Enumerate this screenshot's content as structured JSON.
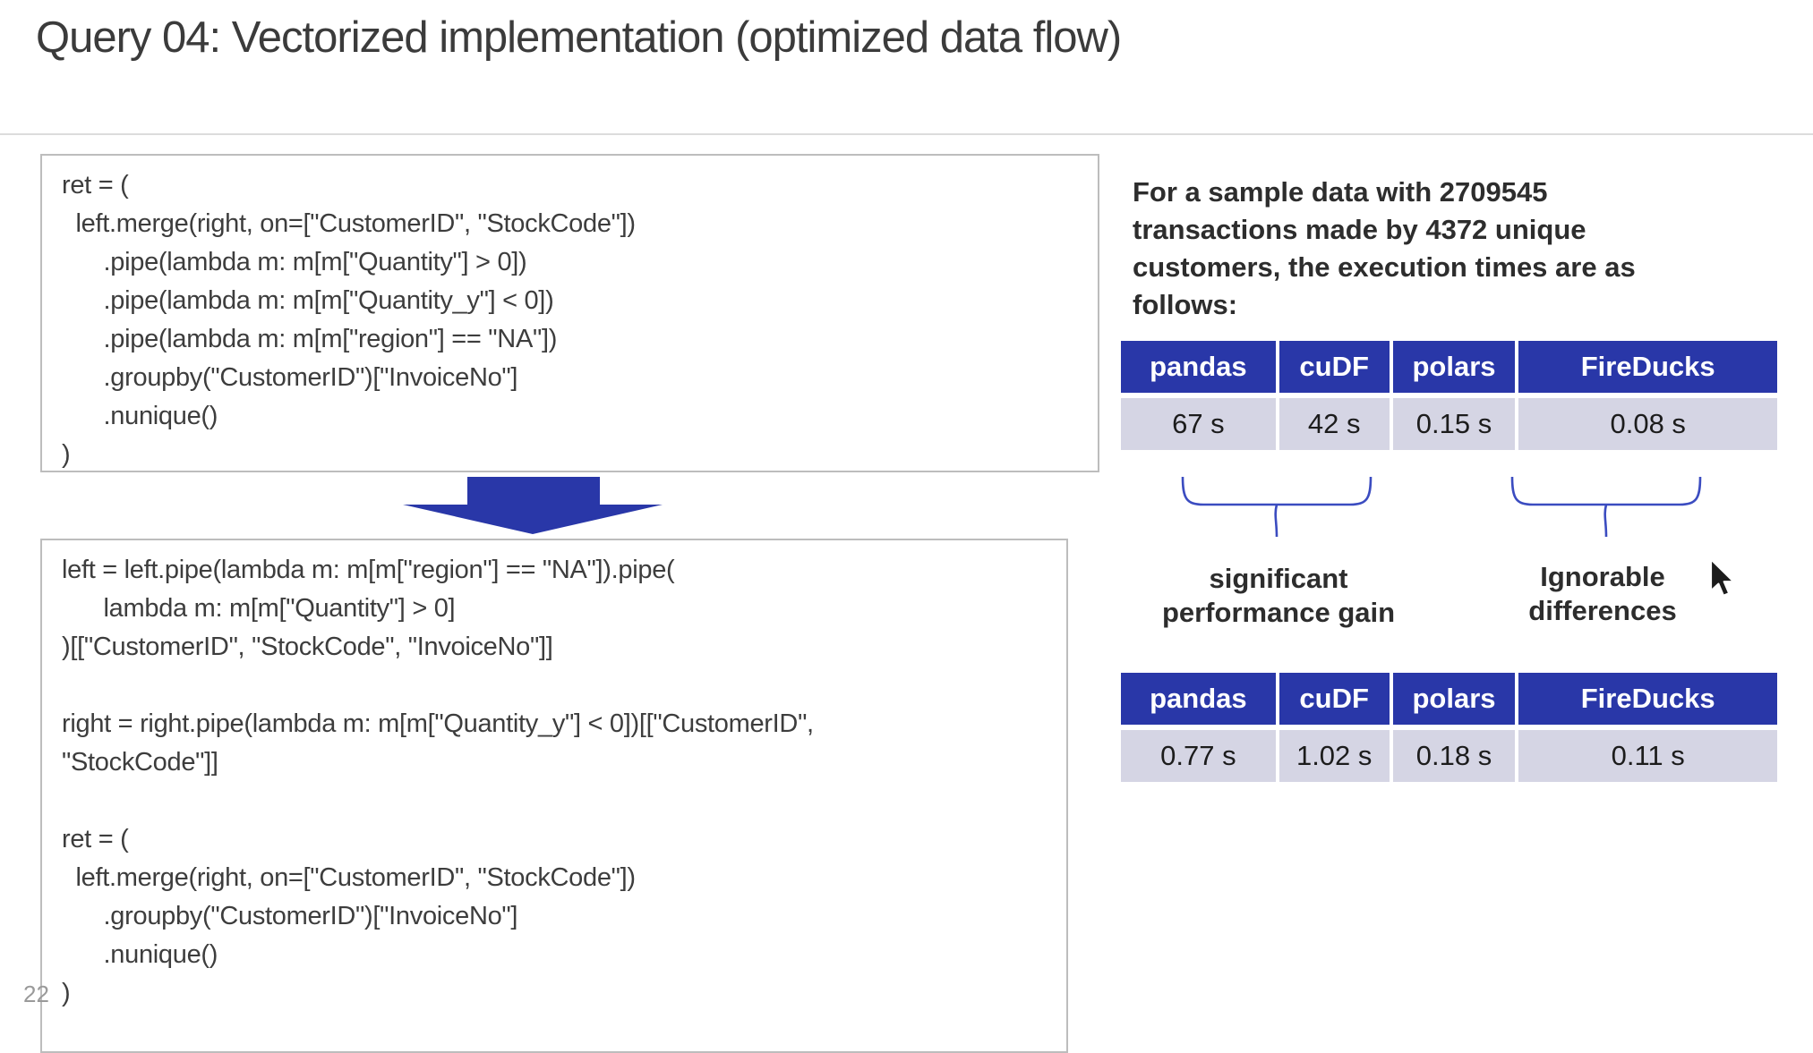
{
  "title": "Query 04: Vectorized implementation (optimized data flow)",
  "page_number": "22",
  "code": {
    "before": "ret = (\n  left.merge(right, on=[\"CustomerID\", \"StockCode\"])\n      .pipe(lambda m: m[m[\"Quantity\"] > 0])\n      .pipe(lambda m: m[m[\"Quantity_y\"] < 0])\n      .pipe(lambda m: m[m[\"region\"] == \"NA\"])\n      .groupby(\"CustomerID\")[\"InvoiceNo\"]\n      .nunique()\n)",
    "after": "left = left.pipe(lambda m: m[m[\"region\"] == \"NA\"]).pipe(\n      lambda m: m[m[\"Quantity\"] > 0]\n)[[\"CustomerID\", \"StockCode\", \"InvoiceNo\"]]\n\nright = right.pipe(lambda m: m[m[\"Quantity_y\"] < 0])[[\"CustomerID\",\n\"StockCode\"]]\n\nret = (\n  left.merge(right, on=[\"CustomerID\", \"StockCode\"])\n      .groupby(\"CustomerID\")[\"InvoiceNo\"]\n      .nunique()\n)"
  },
  "intro": {
    "lines": [
      "For a sample data with 2709545",
      "transactions made by 4372 unique",
      "customers, the execution times are as",
      "follows:"
    ]
  },
  "tables": [
    {
      "headers": [
        "pandas",
        "cuDF",
        "polars",
        "FireDucks"
      ],
      "values": [
        "67 s",
        "42 s",
        "0.15 s",
        "0.08 s"
      ]
    },
    {
      "headers": [
        "pandas",
        "cuDF",
        "polars",
        "FireDucks"
      ],
      "values": [
        "0.77 s",
        "1.02 s",
        "0.18 s",
        "0.11 s"
      ]
    }
  ],
  "annotations": {
    "left_label": {
      "lines": [
        "significant",
        "performance gain"
      ]
    },
    "right_label": {
      "lines": [
        "Ignorable",
        "differences"
      ]
    }
  },
  "icons": {
    "down_arrow": "block-down-arrow",
    "braces": "underbrace-curly-bracket",
    "cursor": "mouse-pointer"
  },
  "colors": {
    "table_header_blue": "#2937a8",
    "table_row_lavender": "#d5d5e4",
    "arrow_blue": "#2937a8",
    "brace_blue": "#3b4cc0",
    "title_gray": "#3b3b3b",
    "code_text": "#3d3d3d",
    "box_border": "#bdbdbd",
    "divider_gray": "#dcdcdc"
  }
}
